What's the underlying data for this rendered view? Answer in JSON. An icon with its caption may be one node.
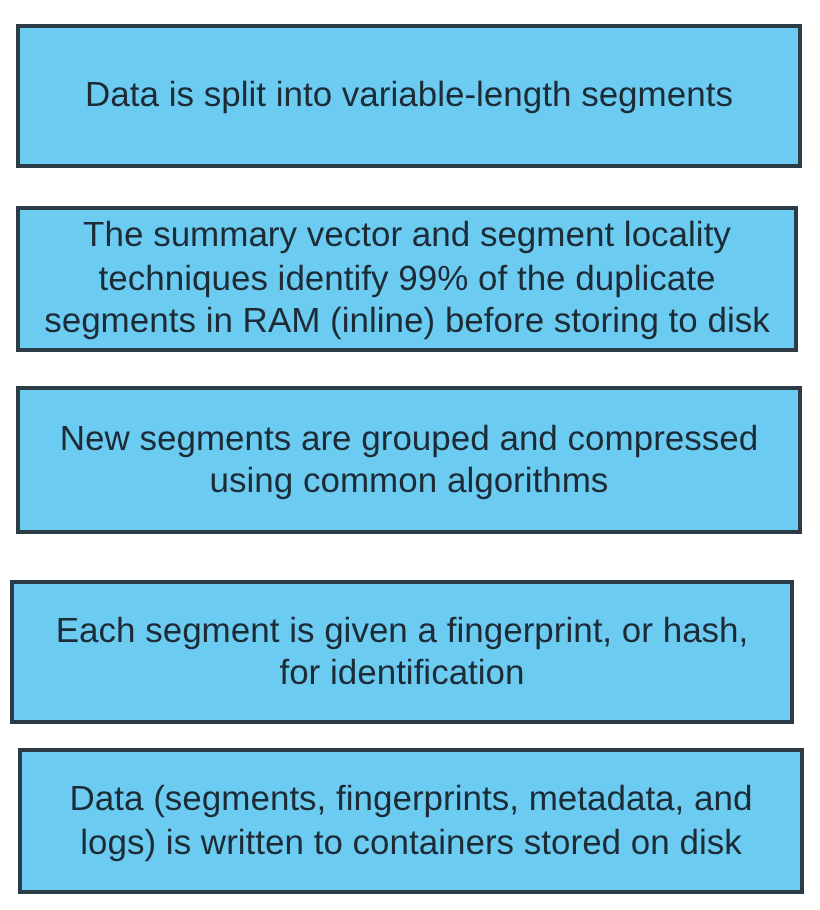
{
  "diagram": {
    "nodes": [
      {
        "text": [
          "Data is split into variable-length segments"
        ]
      },
      {
        "text": [
          "The summary vector and segment locality techniques identify 99% of the duplicate segments in RAM (inline) before storing to disk"
        ]
      },
      {
        "text": [
          "New segments are grouped and compressed using common algorithms"
        ]
      },
      {
        "text": [
          "Each segment is given a fingerprint, or hash, for identification"
        ]
      },
      {
        "text": [
          "Data (segments, fingerprints, metadata, and logs) is written to containers stored on disk"
        ]
      }
    ]
  }
}
